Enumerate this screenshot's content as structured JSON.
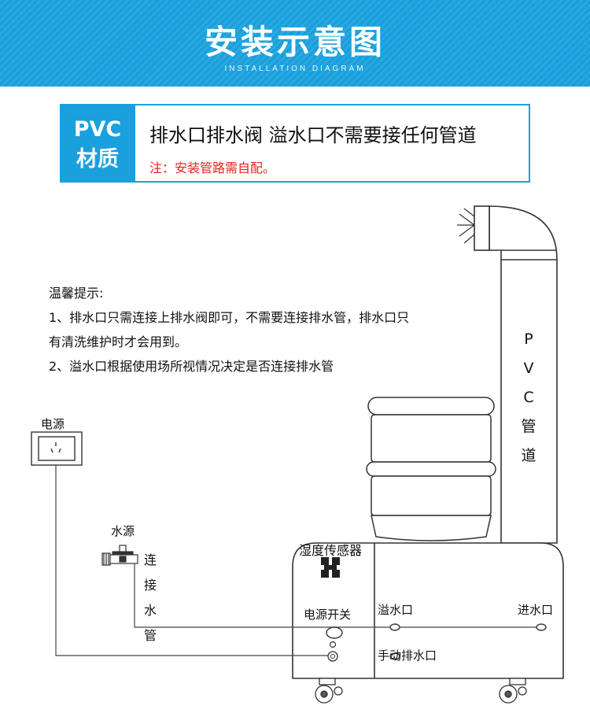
{
  "header": {
    "title": "安装示意图",
    "subtitle": "INSTALLATION DIAGRAM"
  },
  "info": {
    "badge_line1": "PVC",
    "badge_line2": "材质",
    "main_text": "排水口排水阀 溢水口不需要接任何管道",
    "note_text": "注：安装管路需自配。"
  },
  "tips": {
    "title": "温馨提示:",
    "line1": "1、排水口只需连接上排水阀即可，不需要连接排水管，排水口只",
    "line2": "有清洗维护时才会用到。",
    "line3": "2、溢水口根据使用场所视情况决定是否连接排水管"
  },
  "diagram": {
    "power_label": "电源",
    "water_source_label": "水源",
    "hose_label": [
      "连",
      "接",
      "水",
      "管"
    ],
    "pipe_label": [
      "P",
      "V",
      "C",
      "管",
      "道"
    ],
    "sensor_label": "湿度传感器",
    "switch_label": "电源开关",
    "overflow_label": "溢水口",
    "inlet_label": "进水口",
    "drain_label": "手动排水口"
  },
  "colors": {
    "accent": "#1aa0dc",
    "note": "#e8211c"
  }
}
